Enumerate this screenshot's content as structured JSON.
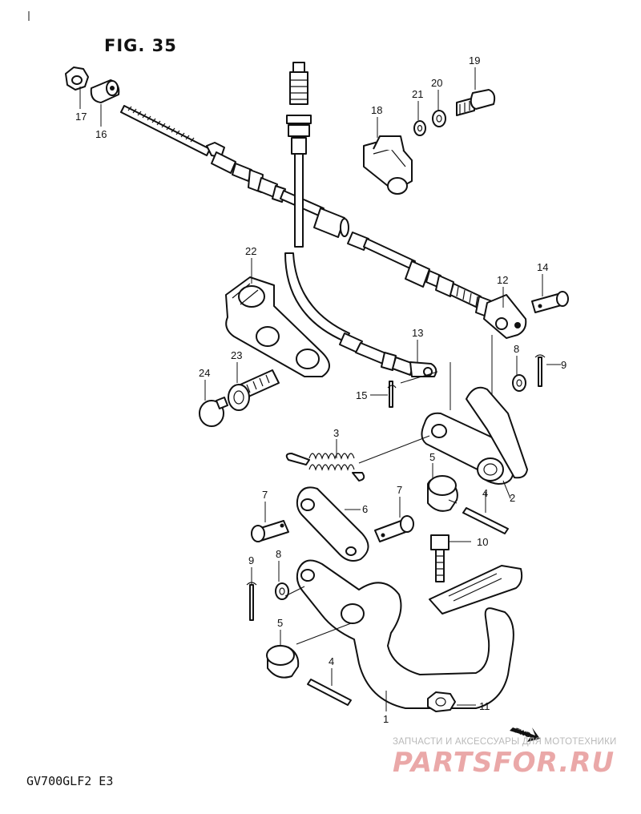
{
  "figure": {
    "title": "FIG. 35"
  },
  "model_code": "GV700GLF2  E3",
  "watermark": {
    "caption": "ЗАПЧАСТИ И АКСЕССУАРЫ ДЛЯ МОТОТЕХНИКИ",
    "logo": "PARTSFOR.RU",
    "colors": {
      "caption": "#b9b9b9",
      "logo": "#e79a9a"
    }
  },
  "callouts": [
    {
      "id": "c17",
      "text": "17"
    },
    {
      "id": "c16",
      "text": "16"
    },
    {
      "id": "c19",
      "text": "19"
    },
    {
      "id": "c20",
      "text": "20"
    },
    {
      "id": "c21",
      "text": "21"
    },
    {
      "id": "c18",
      "text": "18"
    },
    {
      "id": "c22",
      "text": "22"
    },
    {
      "id": "c14",
      "text": "14"
    },
    {
      "id": "c12",
      "text": "12"
    },
    {
      "id": "c13",
      "text": "13"
    },
    {
      "id": "c8a",
      "text": "8"
    },
    {
      "id": "c9a",
      "text": "9"
    },
    {
      "id": "c23",
      "text": "23"
    },
    {
      "id": "c24",
      "text": "24"
    },
    {
      "id": "c15",
      "text": "15"
    },
    {
      "id": "c3",
      "text": "3"
    },
    {
      "id": "c5a",
      "text": "5"
    },
    {
      "id": "c4a",
      "text": "4"
    },
    {
      "id": "c2",
      "text": "2"
    },
    {
      "id": "c7a",
      "text": "7"
    },
    {
      "id": "c7b",
      "text": "7"
    },
    {
      "id": "c6",
      "text": "6"
    },
    {
      "id": "c10",
      "text": "10"
    },
    {
      "id": "c9b",
      "text": "9"
    },
    {
      "id": "c8b",
      "text": "8"
    },
    {
      "id": "c5b",
      "text": "5"
    },
    {
      "id": "c4b",
      "text": "4"
    },
    {
      "id": "c1",
      "text": "1"
    },
    {
      "id": "c11",
      "text": "11"
    }
  ],
  "fwd_mark": "FWD"
}
